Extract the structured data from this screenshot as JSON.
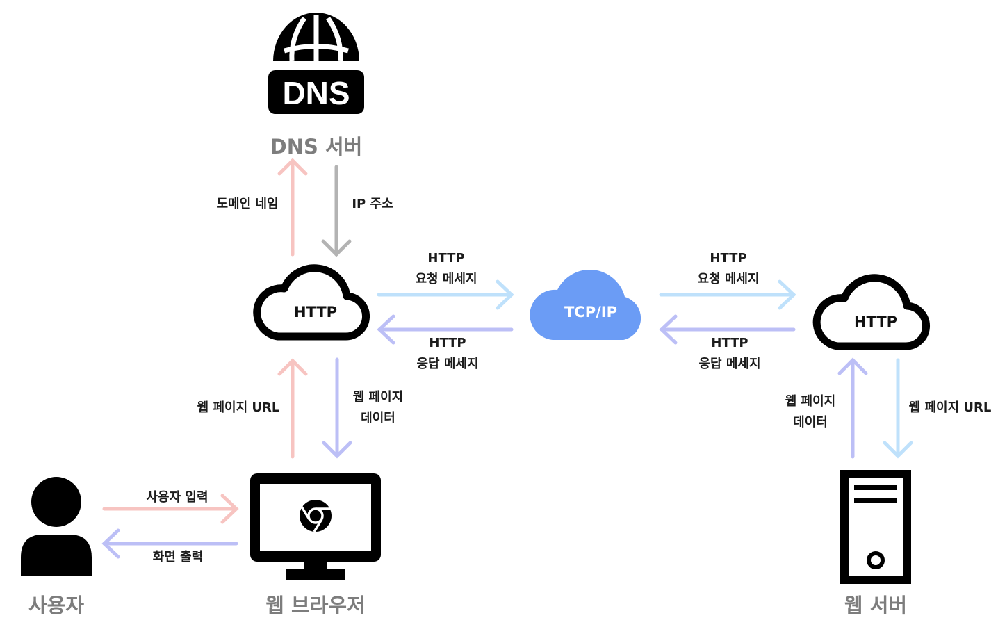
{
  "nodes": {
    "dns_server": {
      "icon_text": "DNS",
      "title": "DNS 서버"
    },
    "browser_http": {
      "label": "HTTP"
    },
    "tcpip": {
      "label": "TCP/IP"
    },
    "server_http": {
      "label": "HTTP"
    },
    "user": {
      "title": "사용자"
    },
    "browser": {
      "title": "웹 브라우저"
    },
    "web_server": {
      "title": "웹 서버"
    }
  },
  "edges": {
    "domain_name": "도메인 네임",
    "ip_address": "IP 주소",
    "req_left": {
      "line1": "HTTP",
      "line2": "요청 메세지"
    },
    "res_left": {
      "line1": "HTTP",
      "line2": "응답 메세지"
    },
    "req_right": {
      "line1": "HTTP",
      "line2": "요청 메세지"
    },
    "res_right": {
      "line1": "HTTP",
      "line2": "응답 메세지"
    },
    "browser_url": "웹 페이지 URL",
    "browser_data": {
      "line1": "웹 페이지",
      "line2": "데이터"
    },
    "server_data": {
      "line1": "웹 페이지",
      "line2": "데이터"
    },
    "server_url": "웹 페이지 URL",
    "user_input": "사용자 입력",
    "screen_output": "화면 출력"
  },
  "colors": {
    "pink": "#f7c4c1",
    "gray": "#b3b3b3",
    "light_blue": "#bfe1fb",
    "lavender": "#bcbff6",
    "cloud_blue": "#6b9cf5",
    "black": "#000000",
    "title_gray": "#7d7d7d"
  }
}
